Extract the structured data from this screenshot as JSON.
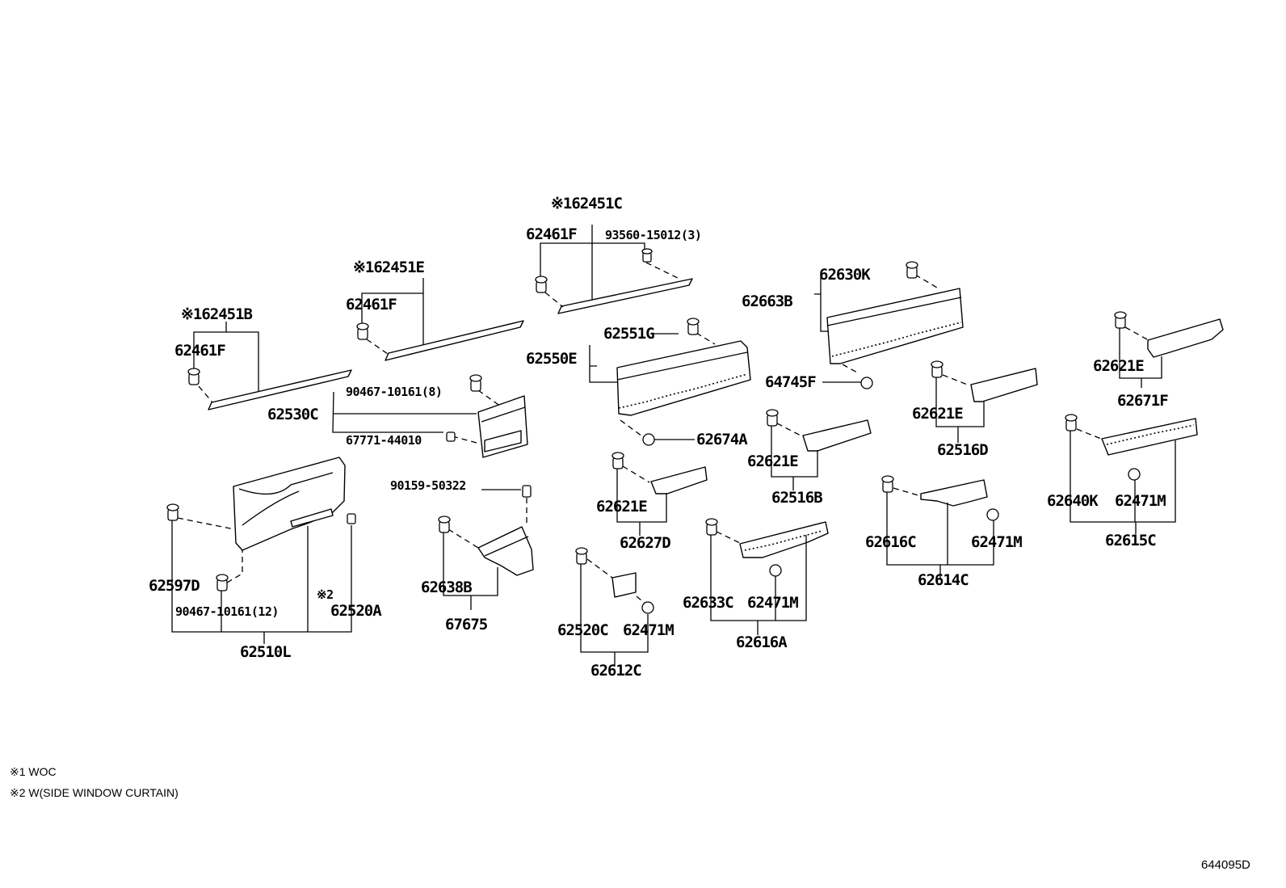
{
  "diagram": {
    "parts": [
      {
        "id": "p_62451C",
        "label": "※162451C"
      },
      {
        "id": "p_62461F_c",
        "label": "62461F"
      },
      {
        "id": "p_93560",
        "label": "93560-15012(3)"
      },
      {
        "id": "p_62451E",
        "label": "※162451E"
      },
      {
        "id": "p_62461F_e",
        "label": "62461F"
      },
      {
        "id": "p_62451B",
        "label": "※162451B"
      },
      {
        "id": "p_62461F_b",
        "label": "62461F"
      },
      {
        "id": "p_90467_8",
        "label": "90467-10161(8)"
      },
      {
        "id": "p_62530C",
        "label": "62530C"
      },
      {
        "id": "p_67771",
        "label": "67771-44010"
      },
      {
        "id": "p_62551G",
        "label": "62551G"
      },
      {
        "id": "p_62550E",
        "label": "62550E"
      },
      {
        "id": "p_62674A",
        "label": "62674A"
      },
      {
        "id": "p_62630K",
        "label": "62630K"
      },
      {
        "id": "p_62663B",
        "label": "62663B"
      },
      {
        "id": "p_64745F",
        "label": "64745F"
      },
      {
        "id": "p_62621E_a",
        "label": "62621E"
      },
      {
        "id": "p_62671F",
        "label": "62671F"
      },
      {
        "id": "p_62621E_b",
        "label": "62621E"
      },
      {
        "id": "p_62516D",
        "label": "62516D"
      },
      {
        "id": "p_62621E_c",
        "label": "62621E"
      },
      {
        "id": "p_62516B",
        "label": "62516B"
      },
      {
        "id": "p_90159",
        "label": "90159-50322"
      },
      {
        "id": "p_62621E_d",
        "label": "62621E"
      },
      {
        "id": "p_62627D",
        "label": "62627D"
      },
      {
        "id": "p_62640K",
        "label": "62640K"
      },
      {
        "id": "p_62471M_a",
        "label": "62471M"
      },
      {
        "id": "p_62615C",
        "label": "62615C"
      },
      {
        "id": "p_62616C",
        "label": "62616C"
      },
      {
        "id": "p_62471M_b",
        "label": "62471M"
      },
      {
        "id": "p_62614C",
        "label": "62614C"
      },
      {
        "id": "p_62597D",
        "label": "62597D"
      },
      {
        "id": "p_90467_12",
        "label": "90467-10161(12)"
      },
      {
        "id": "p_note2",
        "label": "※2"
      },
      {
        "id": "p_62520A",
        "label": "62520A"
      },
      {
        "id": "p_62510L",
        "label": "62510L"
      },
      {
        "id": "p_62638B",
        "label": "62638B"
      },
      {
        "id": "p_67675",
        "label": "67675"
      },
      {
        "id": "p_62633C",
        "label": "62633C"
      },
      {
        "id": "p_62471M_c",
        "label": "62471M"
      },
      {
        "id": "p_62616A",
        "label": "62616A"
      },
      {
        "id": "p_62520C",
        "label": "62520C"
      },
      {
        "id": "p_62471M_d",
        "label": "62471M"
      },
      {
        "id": "p_62612C",
        "label": "62612C"
      }
    ],
    "notes": [
      "※1 WOC",
      "※2 W(SIDE WINDOW CURTAIN)"
    ],
    "reference": "644095D"
  }
}
